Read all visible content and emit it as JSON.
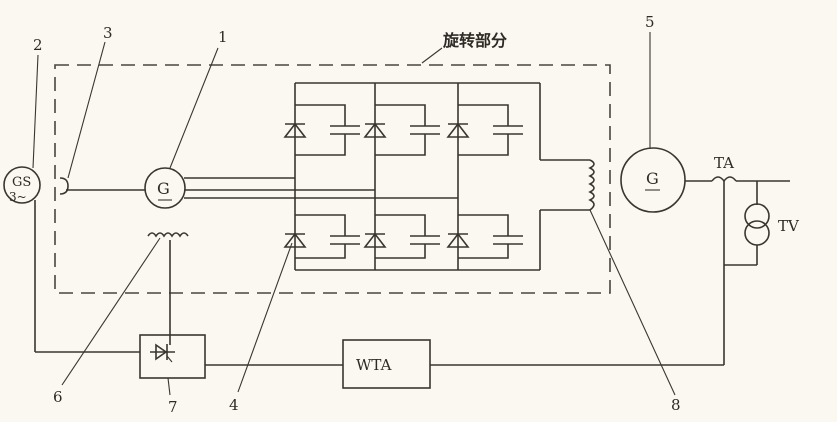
{
  "title_label": "旋转部分",
  "components": {
    "exciter_gen": {
      "symbol_top": "GS",
      "symbol_bottom": "3~"
    },
    "ac_exciter": {
      "symbol": "G"
    },
    "main_gen": {
      "symbol": "G"
    },
    "current_transformer": {
      "label": "TA"
    },
    "voltage_transformer": {
      "label": "TV"
    },
    "regulator": {
      "label": "WTA"
    }
  },
  "callouts": [
    "1",
    "2",
    "3",
    "4",
    "5",
    "6",
    "7",
    "8"
  ]
}
